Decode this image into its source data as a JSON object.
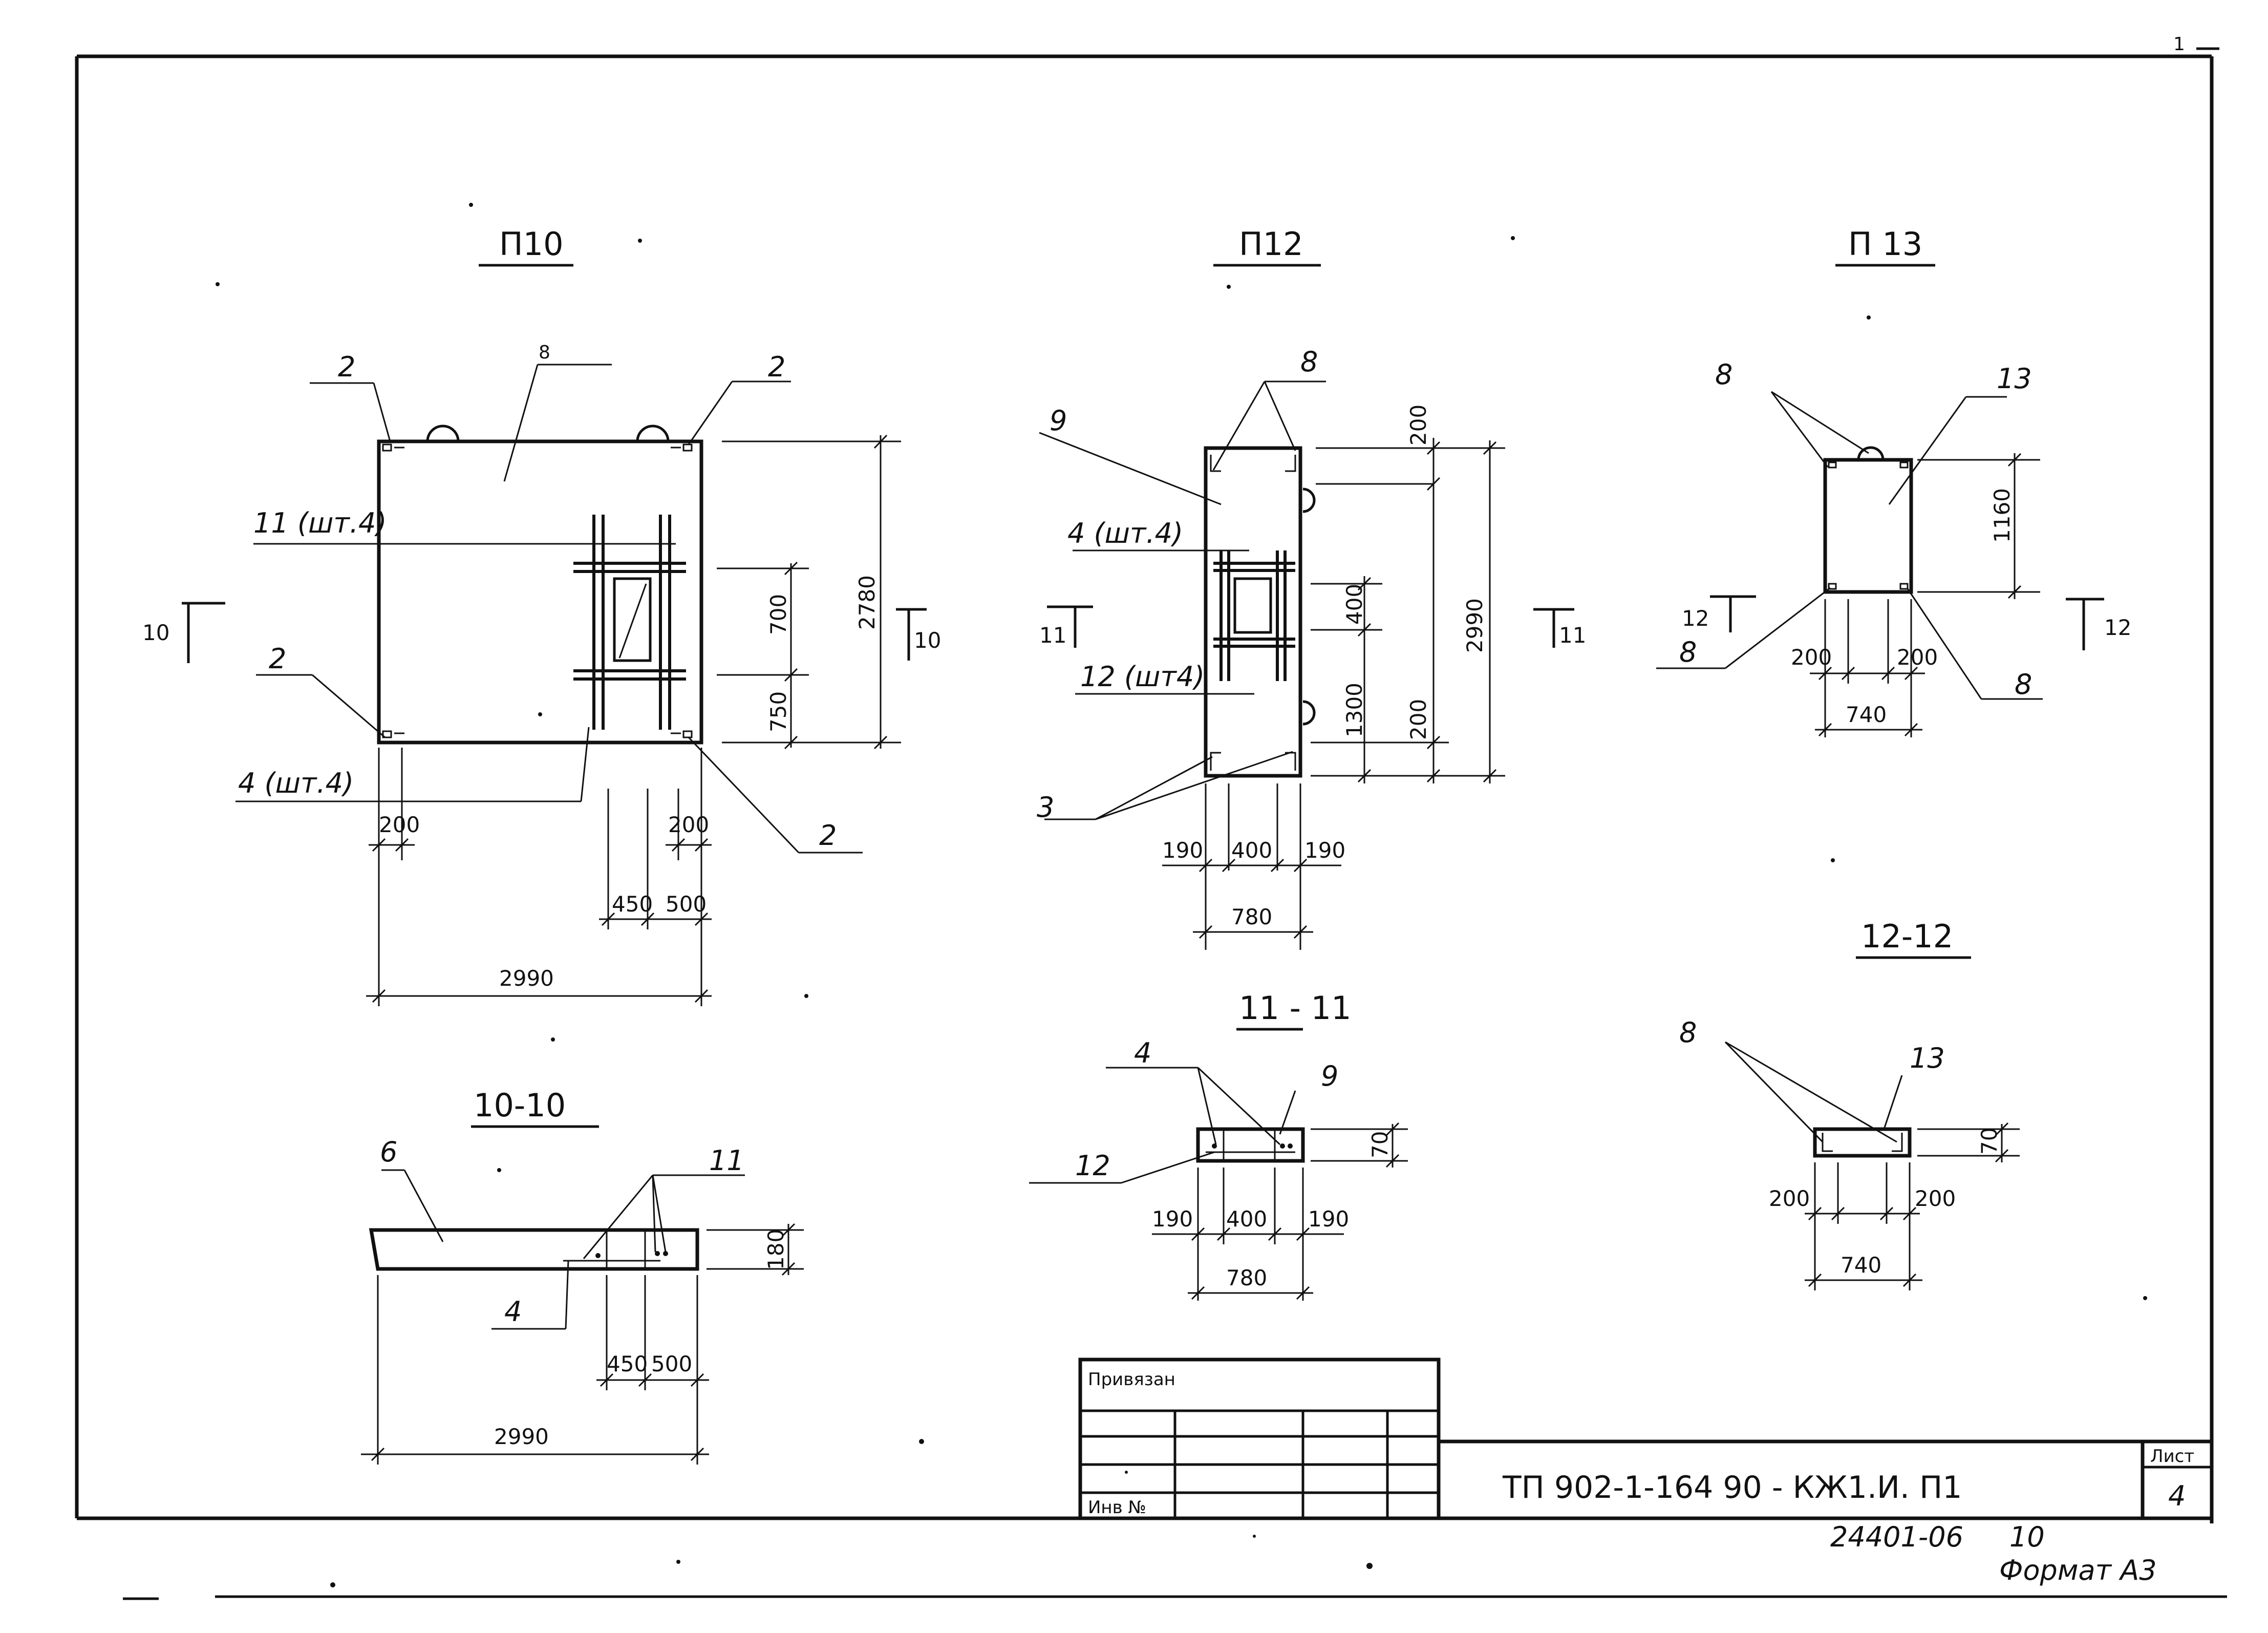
{
  "views": {
    "p10": {
      "title": "П10",
      "labels": {
        "top_left_2": "2",
        "top_center_8": "8",
        "top_right_2": "2",
        "bar11": "11 (шт.4)",
        "mid_left_2": "2",
        "bar4": "4 (шт.4)",
        "bottom_right_2": "2"
      },
      "section_marks": {
        "left": "10",
        "right": "10"
      },
      "dims": {
        "h700": "700",
        "h750": "750",
        "h2780": "2780",
        "w200_left": "200",
        "w200_right": "200",
        "w450": "450",
        "w500": "500",
        "w2990": "2990"
      }
    },
    "p12": {
      "title": "П12",
      "labels": {
        "top_8": "8",
        "left_9": "9",
        "bar4": "4 (шт.4)",
        "bar12": "12 (шт4)",
        "bottom_3": "3"
      },
      "section_marks": {
        "left": "11",
        "right": "11"
      },
      "dims": {
        "h200_top": "200",
        "h400": "400",
        "h1300": "1300",
        "h200_bottom": "200",
        "h2990": "2990",
        "w190_left": "190",
        "w400": "400",
        "w190_right": "190",
        "w780": "780"
      }
    },
    "p13": {
      "title": "П 13",
      "labels": {
        "top_8": "8",
        "top_13": "13",
        "left_8": "8",
        "right_8": "8"
      },
      "section_marks": {
        "left": "12",
        "right": "12"
      },
      "dims": {
        "h1160": "1160",
        "w200_left": "200",
        "w200_right": "200",
        "w740": "740"
      }
    },
    "s10": {
      "title": "10-10",
      "labels": {
        "left_6": "6",
        "right_11": "11",
        "bottom_4": "4"
      },
      "dims": {
        "h180": "180",
        "w450": "450",
        "w500": "500",
        "w2990": "2990"
      }
    },
    "s11": {
      "title": "11 - 11",
      "labels": {
        "top_4": "4",
        "top_9": "9",
        "left_12": "12"
      },
      "dims": {
        "h70": "70",
        "w190_left": "190",
        "w400": "400",
        "w190_right": "190",
        "w780": "780"
      }
    },
    "s12": {
      "title": "12-12",
      "labels": {
        "top_8": "8",
        "top_13": "13"
      },
      "dims": {
        "h70": "70",
        "w200_left": "200",
        "w200_right": "200",
        "w740": "740"
      }
    }
  },
  "stamp": {
    "privyazan": "Привязан",
    "inv_no": "Инв №",
    "doc_code": "ТП 902-1-164 90 - КЖ1.И. П1",
    "sheet_label": "Лист",
    "sheet_number": "4",
    "archive_no": "24401-06",
    "archive_page": "10",
    "format": "Формат А3"
  },
  "corner_mark": "1"
}
